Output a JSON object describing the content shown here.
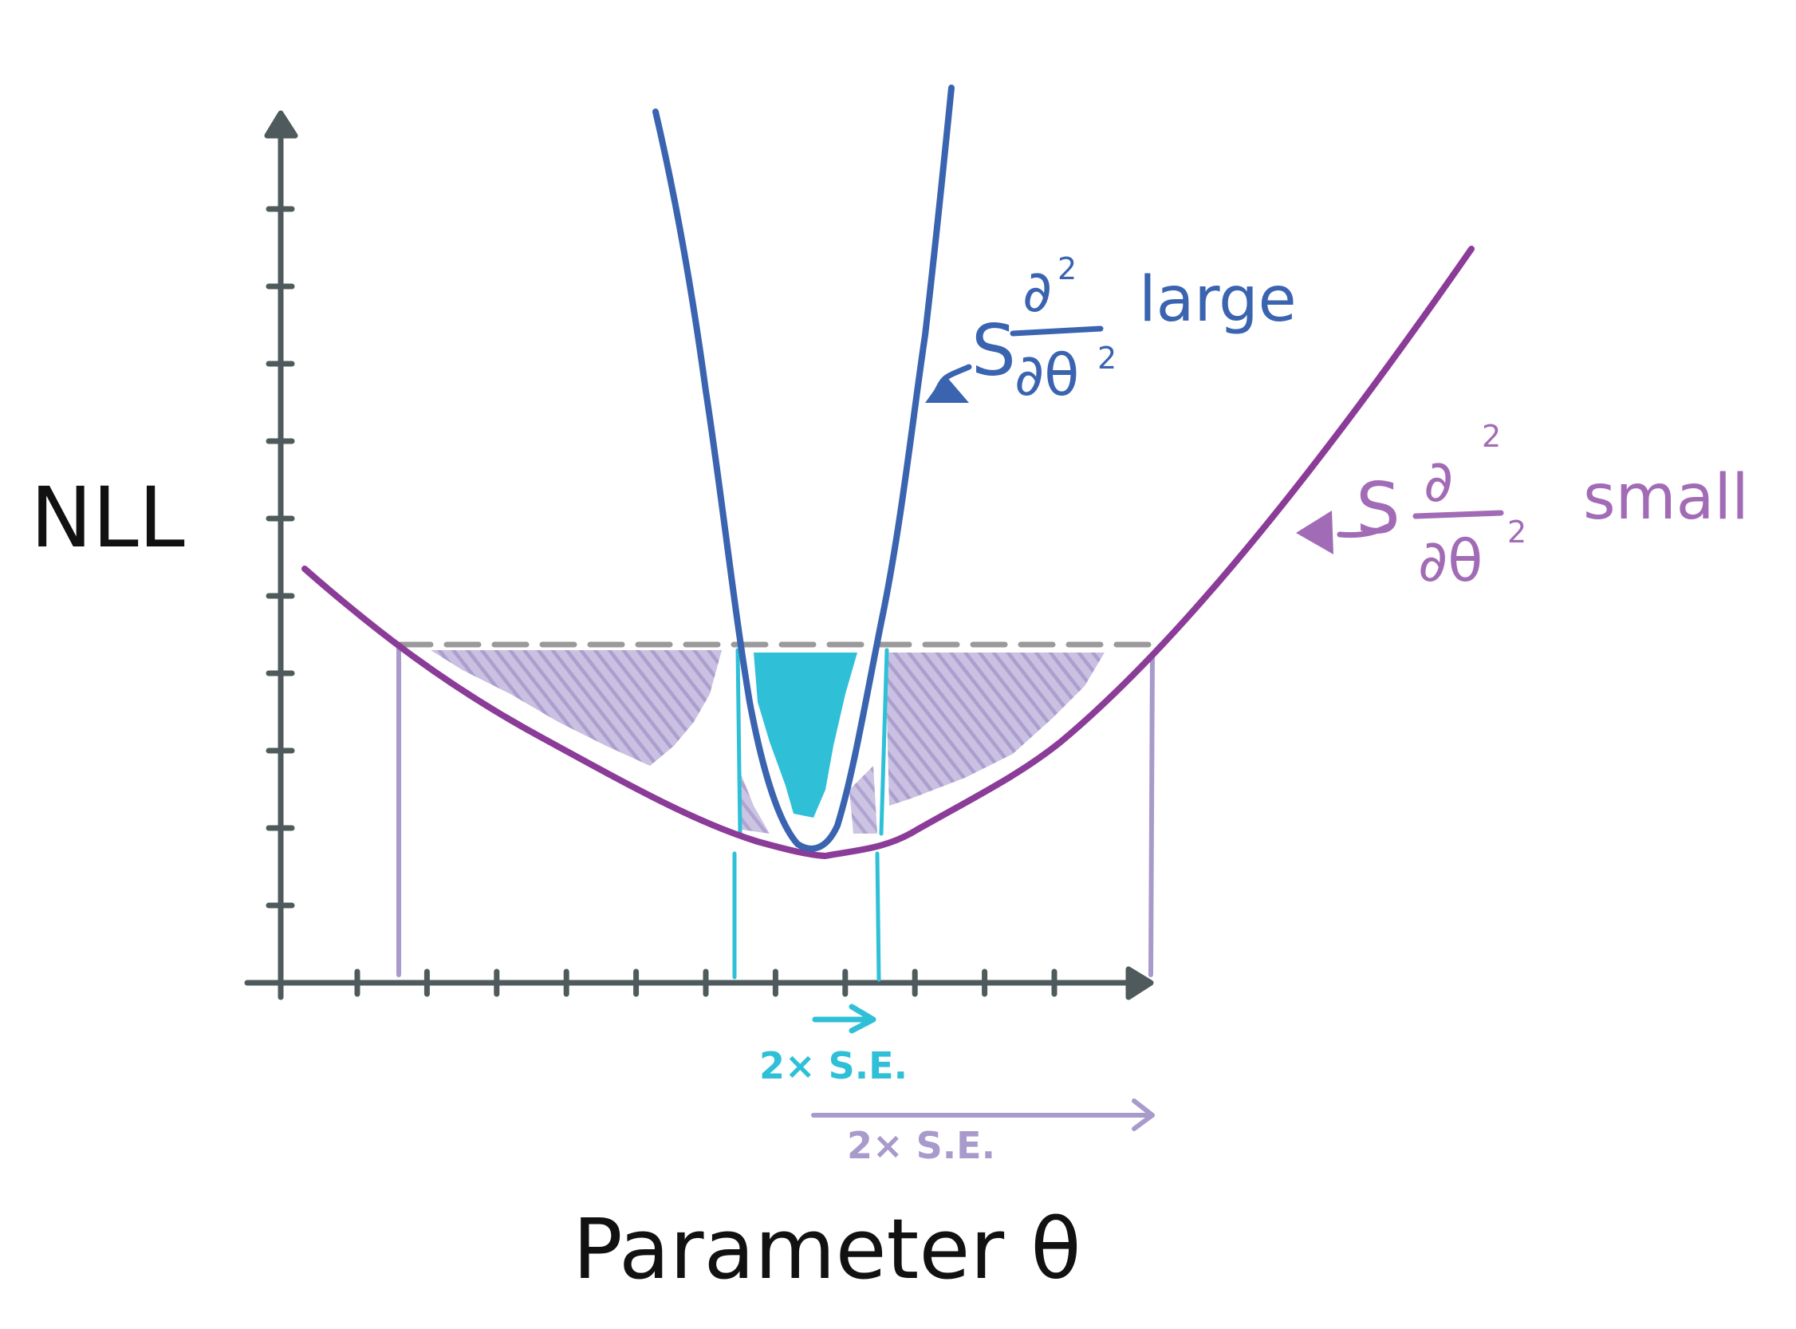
{
  "y_axis_label": "NLL",
  "x_axis_label": "Parameter θ",
  "curve_large": {
    "symbol_numerator": "∂",
    "numerator_exponent": "2",
    "symbol_denominator": "∂θ",
    "denominator_exponent": "2",
    "descriptor": "large",
    "color": "#3a63b0"
  },
  "curve_small": {
    "symbol_numerator": "∂",
    "numerator_exponent": "2",
    "symbol_denominator": "∂θ",
    "denominator_exponent": "2",
    "descriptor": "small",
    "color": "#8b3b98"
  },
  "interval_large": {
    "label": "2× S.E.",
    "color": "#2fc0d8"
  },
  "interval_small": {
    "label": "2× S.E.",
    "color": "#a89acb"
  },
  "colors": {
    "axis": "#4f5a5c",
    "threshold_line": "#9a9a9a",
    "hatch_small": "#a89acb",
    "fill_large": "#2fc0d8",
    "text_black": "#111111"
  },
  "axis_ticks": {
    "y_count": 10,
    "x_count": 11
  }
}
